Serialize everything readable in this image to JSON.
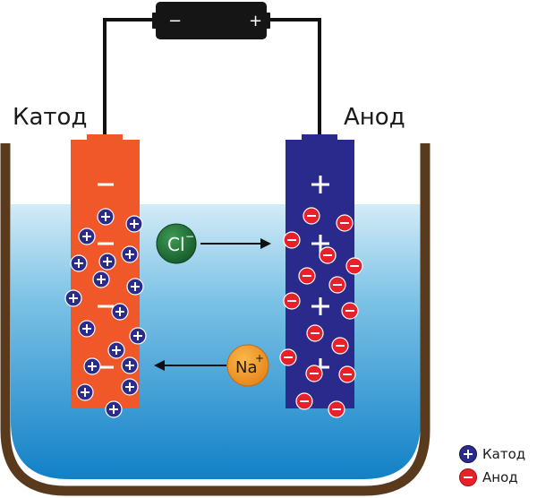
{
  "labels": {
    "cathode": "Катод",
    "anode": "Анод"
  },
  "battery": {
    "minus_sign": "−",
    "plus_sign": "+"
  },
  "ions": {
    "chloride": {
      "symbol": "Cl",
      "charge": "−"
    },
    "sodium": {
      "symbol": "Na",
      "charge": "+"
    }
  },
  "electrode_signs": {
    "cathode": "−",
    "anode": "+"
  },
  "legend": {
    "cathode": "Катод",
    "anode": "Анод"
  },
  "colors": {
    "cathode_electrode": "#f0582a",
    "anode_electrode": "#2a2a8c",
    "positive_charge": "#2b2b8c",
    "negative_charge": "#e8202a",
    "chloride_ion": "#1f6f35",
    "sodium_ion": "#f39a1f",
    "solution_top": "#cfe9f6",
    "solution_bottom": "#1a8ccd",
    "beaker": "#5a3a1c",
    "battery": "#1a1a1a"
  },
  "icons": {
    "battery": "battery-icon",
    "positive_charge": "positive-charge-icon",
    "negative_charge": "negative-charge-icon"
  }
}
